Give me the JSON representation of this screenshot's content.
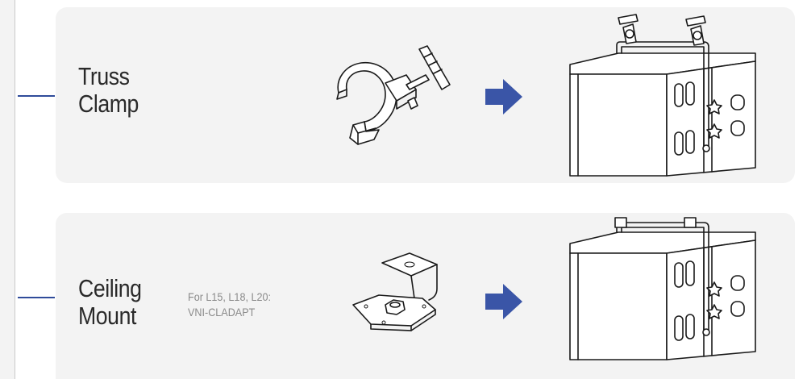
{
  "rows": [
    {
      "title_line1": "Truss",
      "title_line2": "Clamp",
      "accessory_icon": "truss-clamp-icon",
      "arrow_icon": "arrow-right-icon",
      "result_icon": "speaker-with-truss-clamps-icon"
    },
    {
      "title_line1": "Ceiling",
      "title_line2": "Mount",
      "note_line1": "For L15, L18, L20:",
      "note_line2": "VNI-CLADAPT",
      "accessory_icon": "ceiling-mount-bracket-icon",
      "arrow_icon": "arrow-right-icon",
      "result_icon": "speaker-with-ceiling-mounts-icon"
    }
  ],
  "colors": {
    "accent": "#3a55a7",
    "connector": "#2f4b9a",
    "panel": "#f3f3f3",
    "title_text": "#2a2a2a",
    "note_text": "#8a8a8a"
  }
}
